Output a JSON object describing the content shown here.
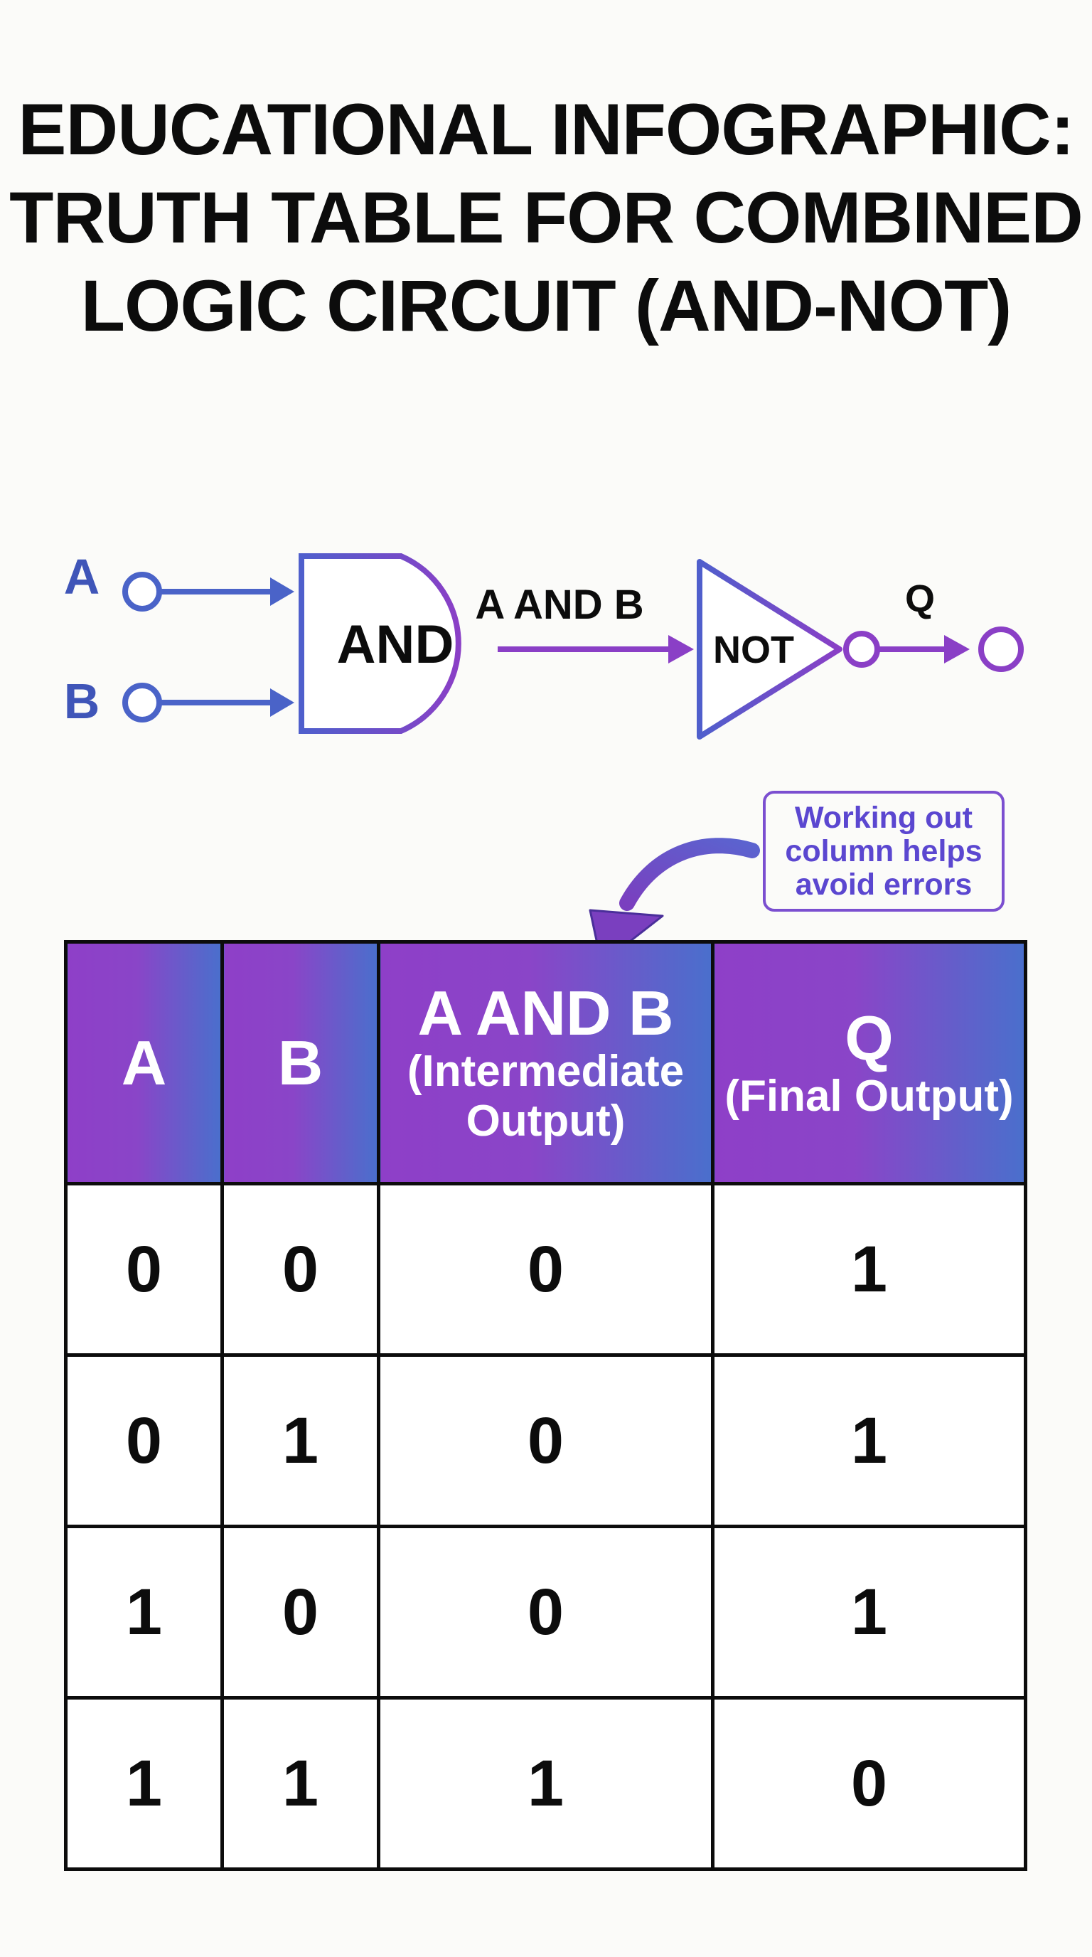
{
  "title": {
    "lines": [
      "EDUCATIONAL INFOGRAPHIC:",
      "TRUTH TABLE FOR COMBINED",
      "LOGIC CIRCUIT (AND-NOT)"
    ]
  },
  "circuit": {
    "input_a": "A",
    "input_b": "B",
    "and_gate_label": "AND",
    "intermediate_label": "A AND B",
    "not_gate_label": "NOT",
    "output_label": "Q",
    "colors": {
      "blue": "#4a63c8",
      "purple": "#8a3fc6"
    }
  },
  "callout": {
    "lines": [
      "Working out",
      "column helps",
      "avoid errors"
    ]
  },
  "table": {
    "headers": [
      {
        "main": "A",
        "sub": ""
      },
      {
        "main": "B",
        "sub": ""
      },
      {
        "main": "A AND B",
        "sub": "(Intermediate Output)"
      },
      {
        "main": "Q",
        "sub": "(Final Output)"
      }
    ],
    "rows": [
      [
        "0",
        "0",
        "0",
        "1"
      ],
      [
        "0",
        "1",
        "0",
        "1"
      ],
      [
        "1",
        "0",
        "0",
        "1"
      ],
      [
        "1",
        "1",
        "1",
        "0"
      ]
    ]
  }
}
